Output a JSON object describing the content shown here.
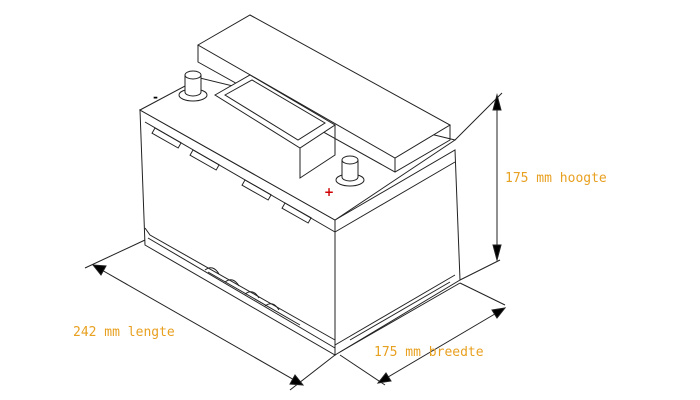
{
  "dimensions": {
    "height_label": "175 mm hoogte",
    "length_label": "242 mm lengte",
    "width_label": "175 mm breedte"
  },
  "terminals": {
    "negative": "-",
    "positive": "+"
  },
  "colors": {
    "label": "#e8a020",
    "positive": "#d00000",
    "line": "#222222"
  }
}
